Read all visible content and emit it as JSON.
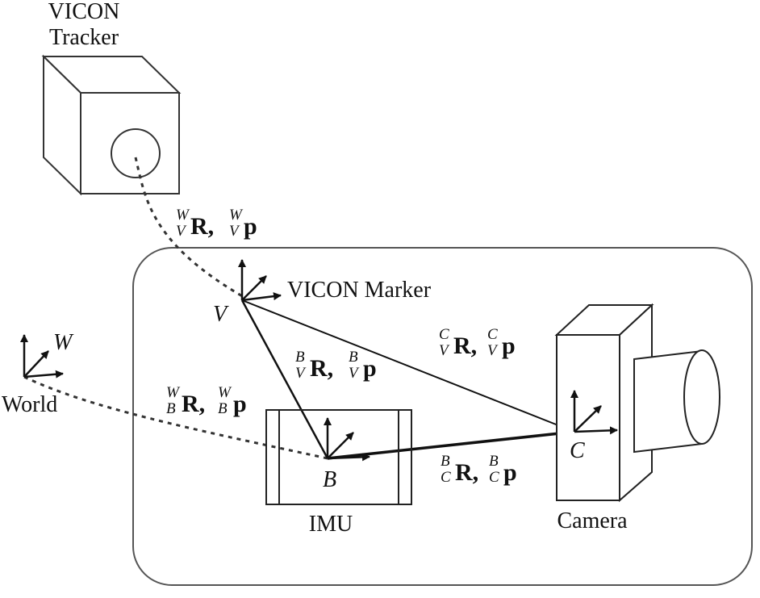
{
  "labels": {
    "tracker_line1": "VICON",
    "tracker_line2": "Tracker",
    "marker": "VICON Marker",
    "world": "World",
    "imu": "IMU",
    "camera": "Camera"
  },
  "frames": {
    "world": "W",
    "marker": "V",
    "imu": "B",
    "camera": "C"
  },
  "transforms": {
    "world_marker": {
      "sup_r": "W",
      "sub_r": "V",
      "R": "R,",
      "sup_p": "W",
      "sub_p": "V",
      "p": "p"
    },
    "world_imu": {
      "sup_r": "W",
      "sub_r": "B",
      "R": "R,",
      "sup_p": "W",
      "sub_p": "B",
      "p": "p"
    },
    "marker_imu": {
      "sup_r": "B",
      "sub_r": "V",
      "R": "R,",
      "sup_p": "B",
      "sub_p": "V",
      "p": "p"
    },
    "marker_camera": {
      "sup_r": "C",
      "sub_r": "V",
      "R": "R,",
      "sup_p": "C",
      "sub_p": "V",
      "p": "p"
    },
    "imu_camera": {
      "sup_r": "B",
      "sub_r": "C",
      "R": "R,",
      "sup_p": "B",
      "sub_p": "C",
      "p": "p"
    }
  }
}
